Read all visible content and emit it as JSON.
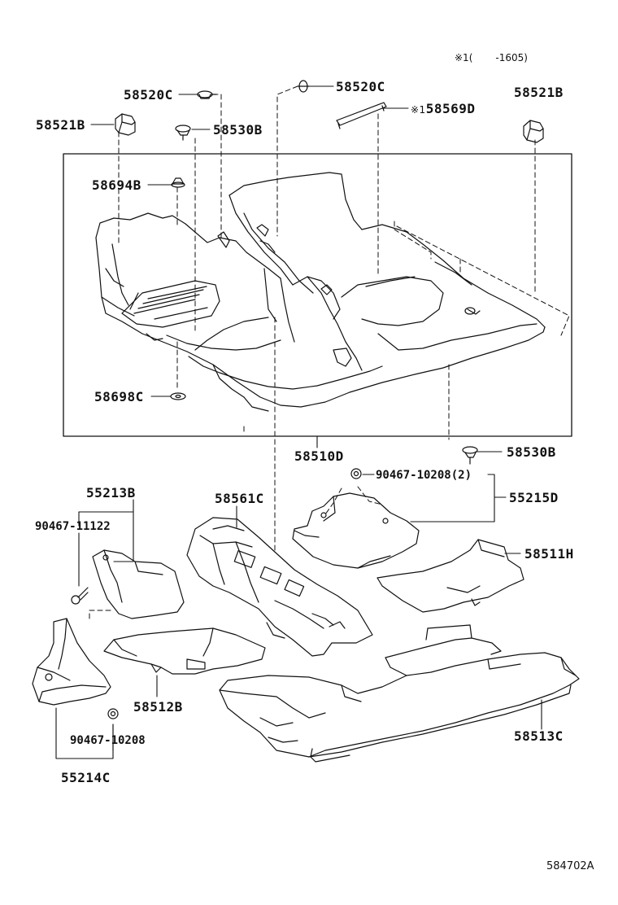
{
  "note": {
    "symbol": "※1",
    "paren_open": "(",
    "range": "-1605)"
  },
  "labels": {
    "p58520C_left": "58520C",
    "p58520C_right": "58520C",
    "p58521B_left": "58521B",
    "p58521B_right": "58521B",
    "p58530B_top": "58530B",
    "p58530B_bottom": "58530B",
    "p58569D_mark": "※1",
    "p58569D": "58569D",
    "p58694B": "58694B",
    "p58698C": "58698C",
    "p58510D": "58510D",
    "p90467_10208_2": "90467-10208(2)",
    "p55215D": "55215D",
    "p55213B": "55213B",
    "p90467_11122": "90467-11122",
    "p58561C": "58561C",
    "p58511H": "58511H",
    "p58512B": "58512B",
    "p90467_10208": "90467-10208",
    "p58513C": "58513C",
    "p55214C": "55214C"
  },
  "footer": {
    "diagram_code": "584702A"
  }
}
